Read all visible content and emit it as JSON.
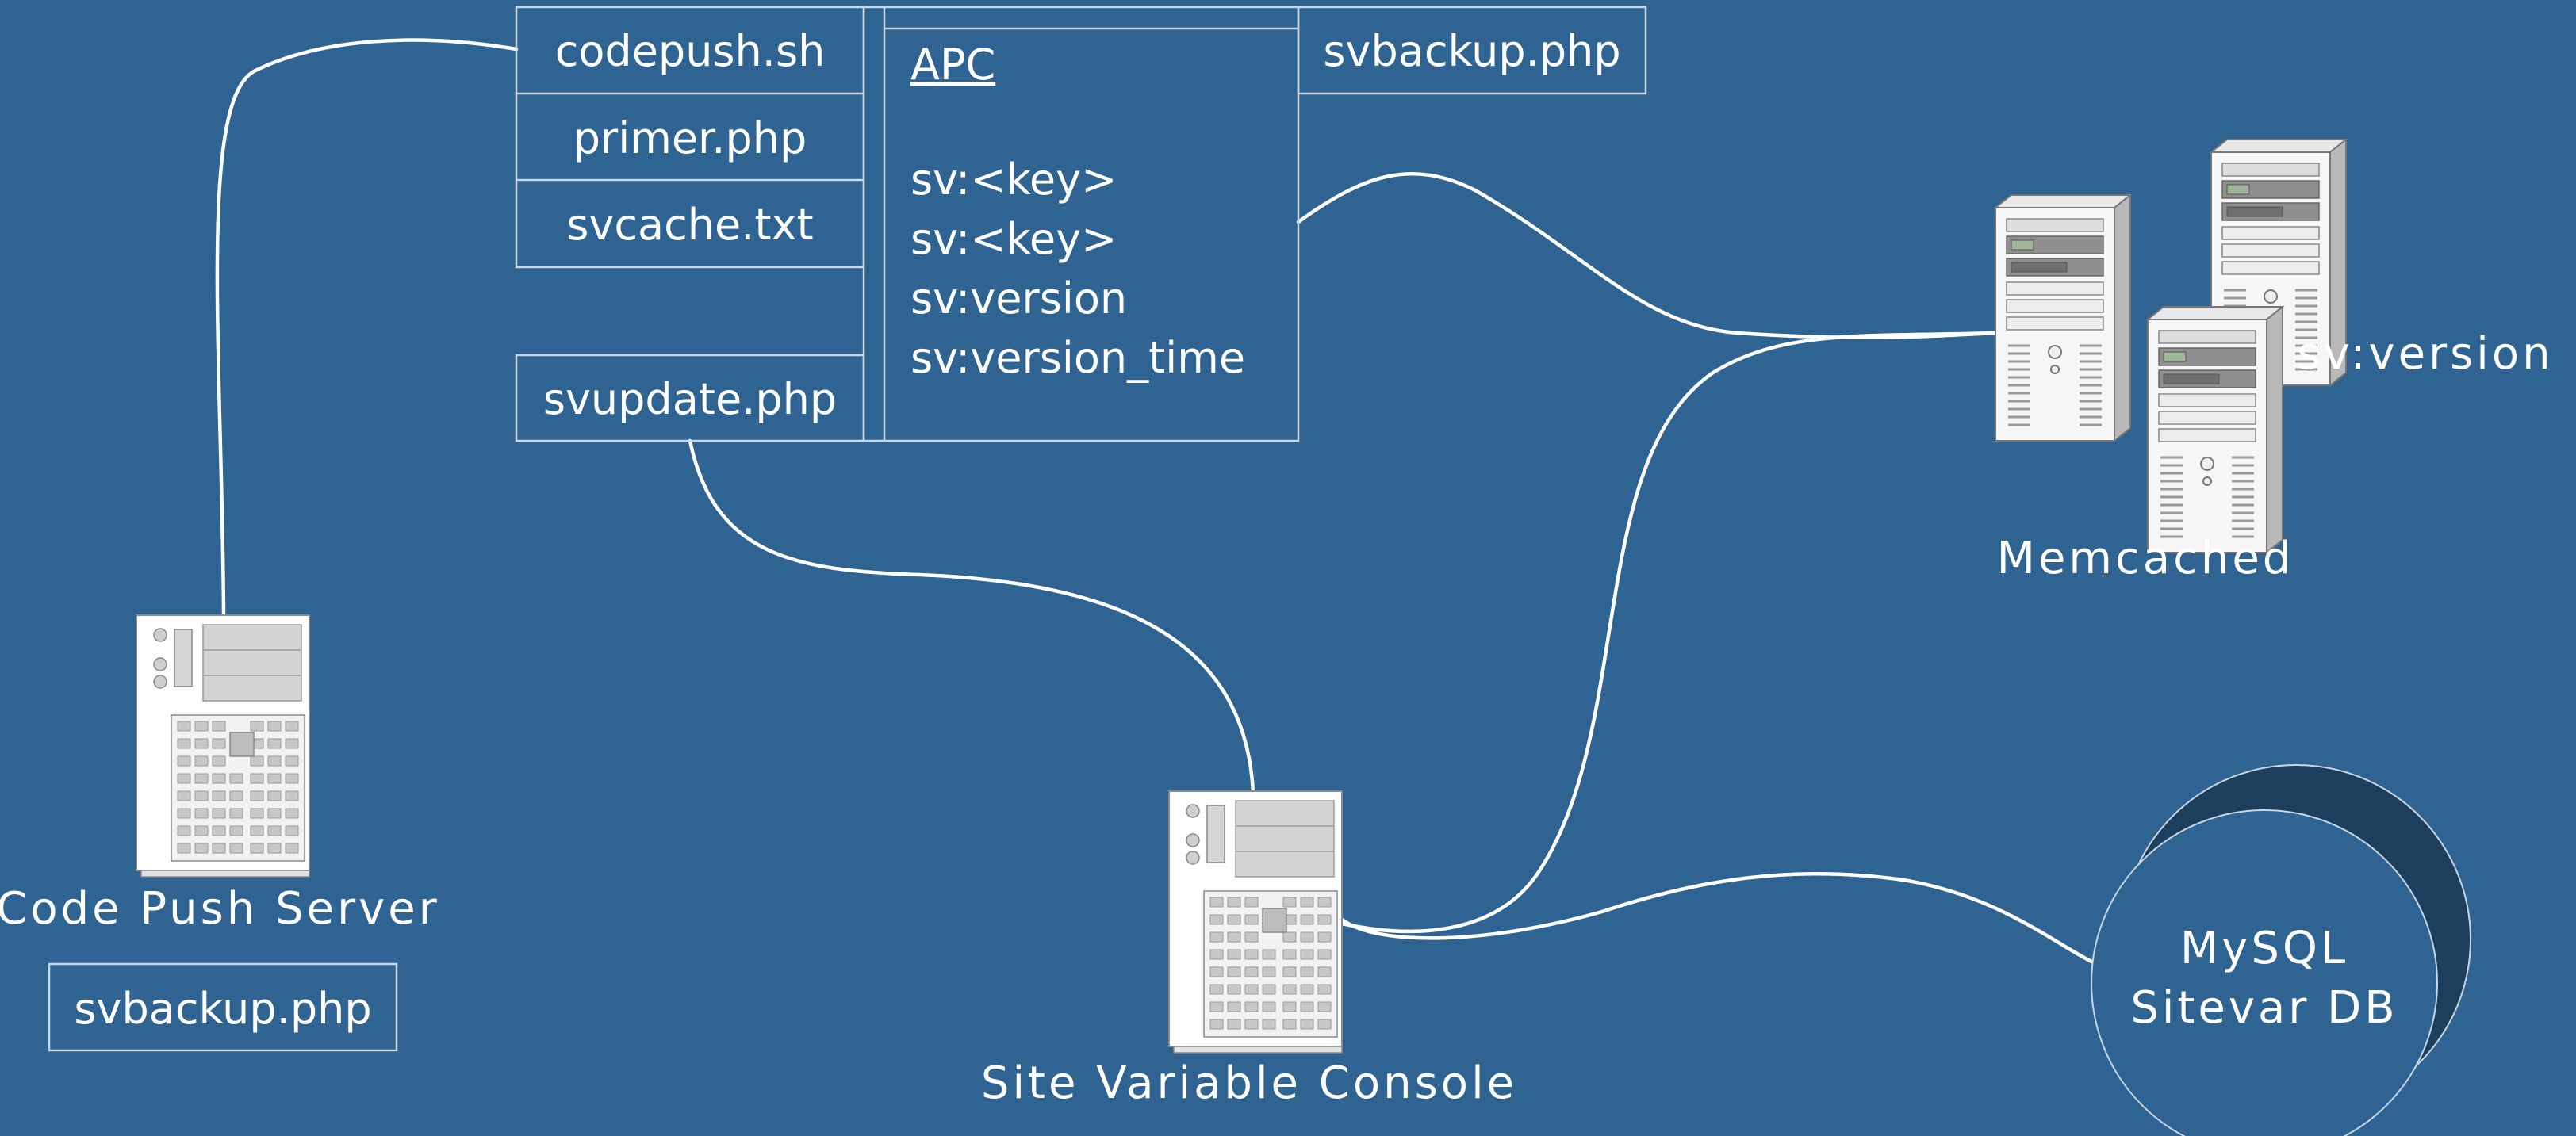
{
  "apc": {
    "title": "APC",
    "entries": [
      "sv:<key>",
      "sv:<key>",
      "sv:version",
      "sv:version_time"
    ]
  },
  "files_left": [
    "codepush.sh",
    "primer.php",
    "svcache.txt"
  ],
  "svupdate": "svupdate.php",
  "svbackup_top": "svbackup.php",
  "svbackup_bottom": "svbackup.php",
  "memcached": {
    "label": "Memcached",
    "key": "sv:version"
  },
  "code_push_server": {
    "label": "Code Push Server"
  },
  "site_variable_console": {
    "label": "Site Variable Console"
  },
  "mysql": {
    "line1": "MySQL",
    "line2": "Sitevar DB"
  },
  "colors": {
    "background": "#2e6392",
    "line": "#ffffff",
    "box_border": "#c9d6e3",
    "db_shadow": "#1c3f5e"
  },
  "icons": [
    "server-tower-icon",
    "server-rack-icon",
    "database-icon"
  ]
}
